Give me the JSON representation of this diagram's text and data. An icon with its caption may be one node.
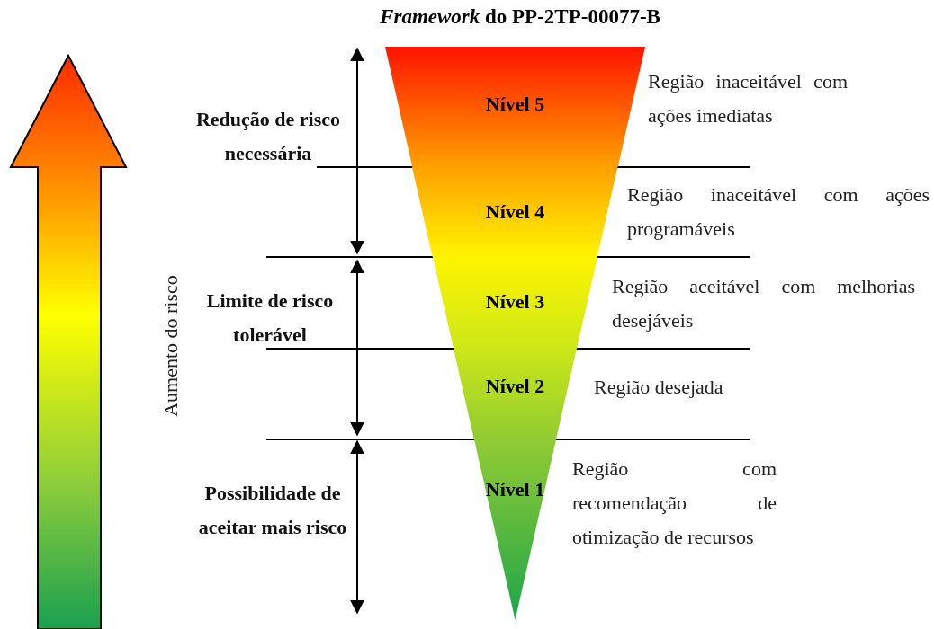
{
  "diagram": {
    "title": "*Framework* do PP-2TP-00077-B",
    "nodes": [
      {
        "text": [
          "Nível 5"
        ],
        "beside": [
          "Região inaceitável com ações imediatas"
        ]
      },
      {
        "text": [
          "Nível 4"
        ],
        "beside": [
          "Região inaceitável com ações programáveis"
        ]
      },
      {
        "text": [
          "Nível 3"
        ],
        "beside": [
          "Região aceitável com melhorias desejáveis"
        ]
      },
      {
        "text": [
          "Nível 2"
        ],
        "beside": [
          "Região desejada"
        ]
      },
      {
        "text": [
          "Nível 1"
        ],
        "beside": [
          "Região com recomendação de otimização de recursos"
        ]
      }
    ],
    "labels": [
      "Redução de risco necessária",
      "Limite de risco tolerável",
      "Possibilidade de aceitar mais risco",
      "Aumento do risco"
    ]
  }
}
